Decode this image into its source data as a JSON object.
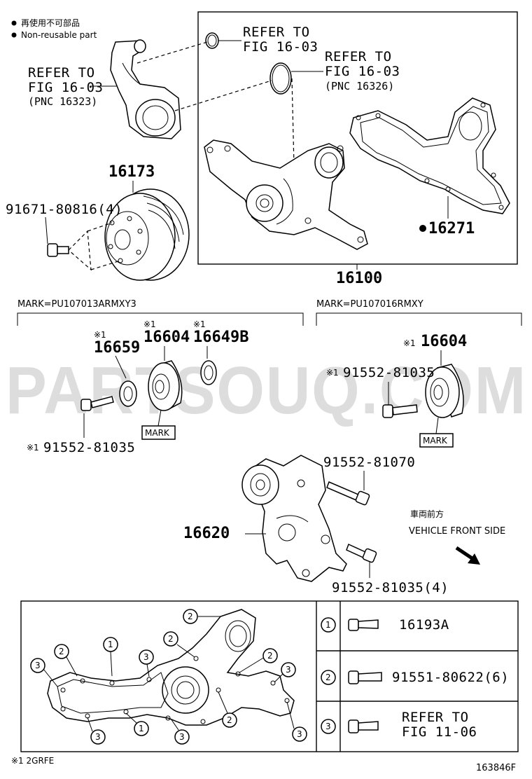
{
  "legend": {
    "line1": "再使用不可部品",
    "line2": "Non-reusable part"
  },
  "refs": {
    "ref_a_1": "REFER TO",
    "ref_a_2": "FIG 16-03",
    "ref_b_1": "REFER TO",
    "ref_b_2": "FIG 16-03",
    "ref_b_3": "(PNC 16326)",
    "ref_c_1": "REFER TO",
    "ref_c_2": "FIG 16-03",
    "ref_c_3": "(PNC 16323)"
  },
  "parts": {
    "p16173": "16173",
    "p91671": "91671-80816(4)",
    "p16271": "16271",
    "p16100": "16100",
    "p16659": "16659",
    "p16604a": "16604",
    "p16649b": "16649B",
    "p16604b": "16604",
    "p91552a": "91552-81035",
    "p91552b": "91552-81035",
    "p91552_70": "91552-81070",
    "p16620": "16620",
    "p91552_4": "91552-81035(4)"
  },
  "marks": {
    "left_mark": "MARK=PU107013ARMXY3",
    "right_mark": "MARK=PU107016RMXY",
    "mark_tag_a": "MARK",
    "mark_tag_b": "MARK",
    "note_sym": "※1"
  },
  "direction": {
    "jp": "車両前方",
    "en": "VEHICLE FRONT SIDE"
  },
  "watermark": "PARTSOUQ.COM",
  "bolt_table": [
    {
      "num": "1",
      "line1": "16193A",
      "line2": ""
    },
    {
      "num": "2",
      "line1": "91551-80622(6)",
      "line2": ""
    },
    {
      "num": "3",
      "line1": "REFER TO",
      "line2": "FIG 11-06"
    }
  ],
  "callouts": [
    "2",
    "2",
    "1",
    "3",
    "3",
    "2",
    "2",
    "2",
    "3",
    "3",
    "1",
    "3",
    "3"
  ],
  "footer": {
    "note": "※1 2GRFE",
    "code": "163846F"
  }
}
